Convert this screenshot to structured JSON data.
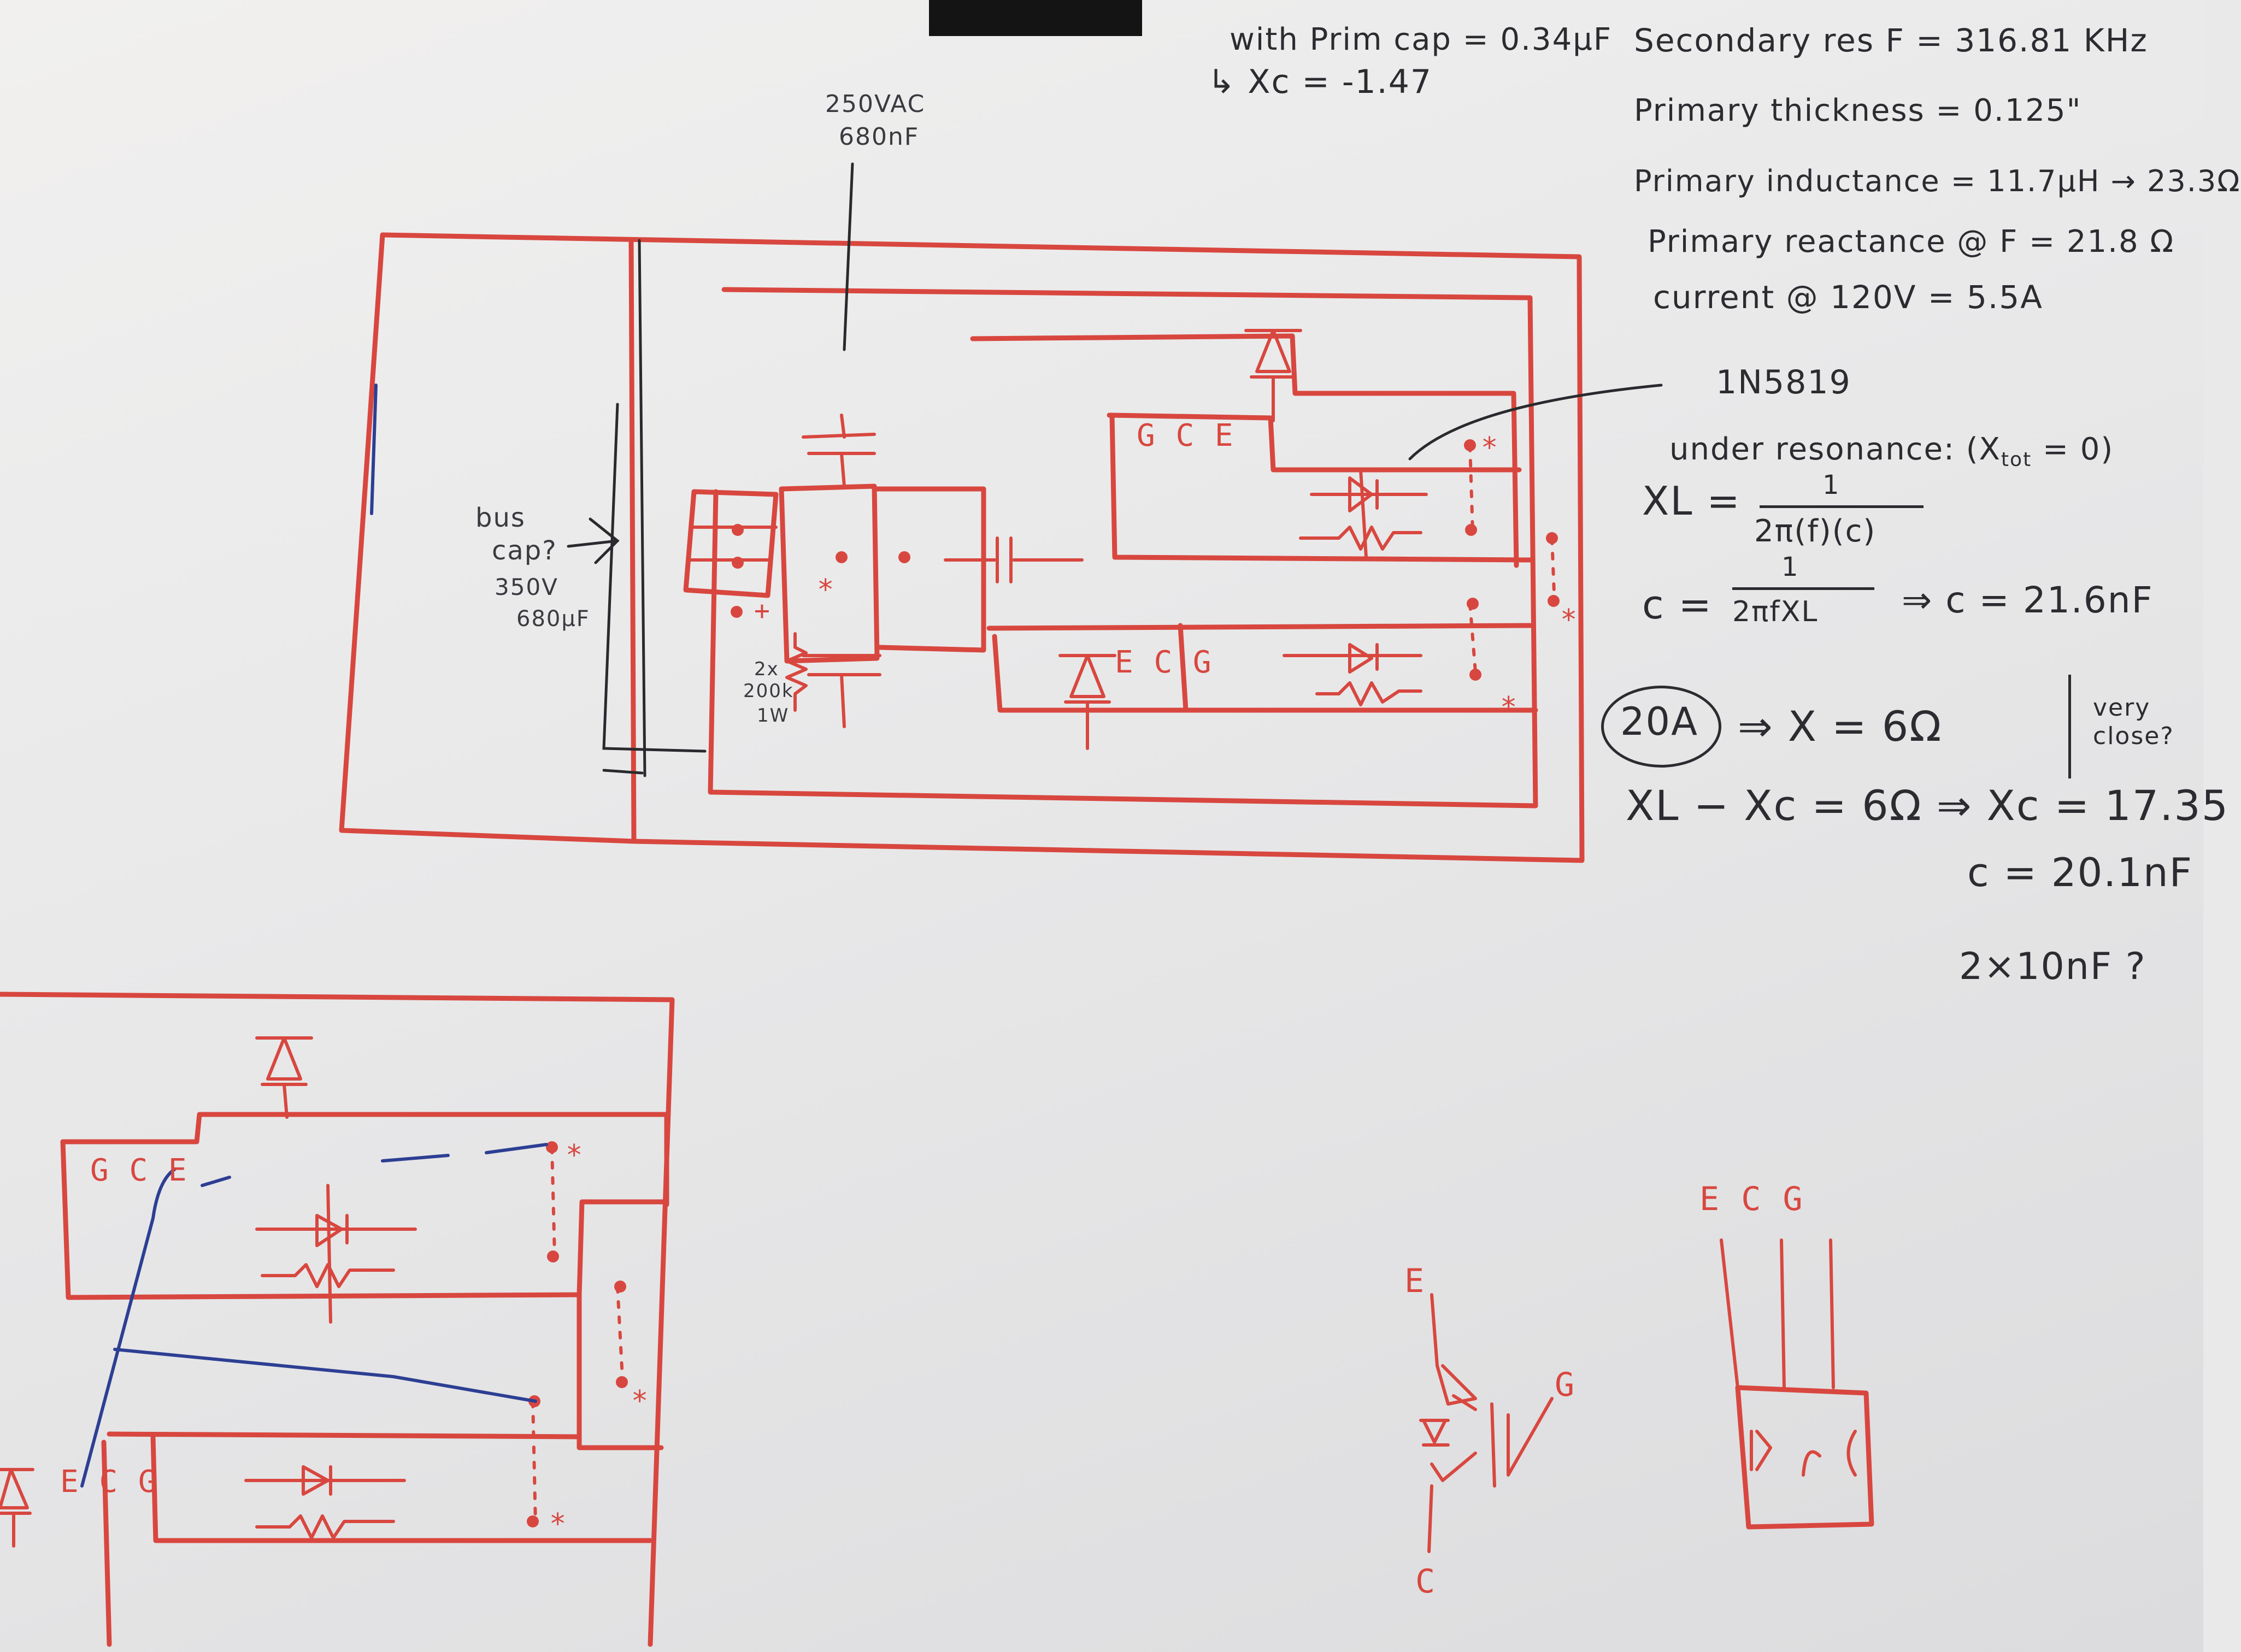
{
  "notes": {
    "prim_cap": "with Prim cap = 0.34μF",
    "xc_result": "↳ Xc = -1.47",
    "secondary_res": "Secondary res F = 316.81 KHz",
    "prim_thickness": "Primary thickness = 0.125\"",
    "prim_inductance": "Primary inductance = 11.7μH → 23.3Ω",
    "prim_reactance": "Primary reactance @ F = 21.8 Ω",
    "current": "current @ 120V = 5.5A",
    "diode": "1N5819",
    "under_resonance": "under resonance:  (X",
    "tot_sub": "tot",
    "eq_zero": " = 0)",
    "xl_lhs": "XL =",
    "xl_num": "1",
    "xl_den": "2π(f)(c)",
    "c_lhs": "c =",
    "c_num": "1",
    "c_den": "2πfXL",
    "c_result": "⇒  c = 21.6nF",
    "current_20a": "20A",
    "x_6ohm": "⇒ X = 6Ω",
    "very_close": "very close?",
    "xl_minus_xc": "XL − Xc = 6Ω ⇒ Xc = 17.35",
    "c_20": "c = 20.1nF",
    "two_x_10": "2×10nF ?"
  },
  "labels": {
    "cap_rating_v": "250VAC",
    "cap_rating_c": "680nF",
    "bus_cap_1": "bus",
    "bus_cap_2": "cap?",
    "bus_cap_3": "350V",
    "bus_cap_4": "680μF",
    "resistor_1": "2x",
    "resistor_2": "200k",
    "resistor_3": "1W",
    "pin_g": "G",
    "pin_c": "C",
    "pin_e": "E",
    "plus": "+",
    "star": "*"
  },
  "colors": {
    "paper": "#ecebea",
    "red_ink": "#d8473f",
    "dark_ink": "#2b2b30",
    "blue_ink": "#2d3f93"
  }
}
